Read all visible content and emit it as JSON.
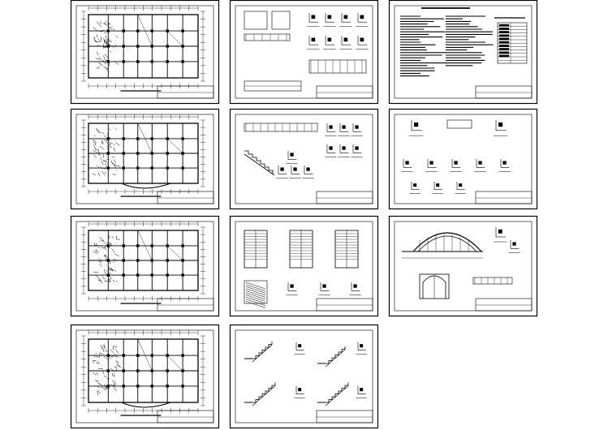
{
  "drawing_set": {
    "background": "#ffffff",
    "line_color": "#000000",
    "sheets": [
      {
        "id": "s1",
        "type": "floor-plan",
        "variant": "a"
      },
      {
        "id": "s2",
        "type": "section-details"
      },
      {
        "id": "s3",
        "type": "design-notes"
      },
      {
        "id": "s4",
        "type": "floor-plan",
        "variant": "b"
      },
      {
        "id": "s5",
        "type": "stair-details"
      },
      {
        "id": "s6",
        "type": "node-details"
      },
      {
        "id": "s7",
        "type": "floor-plan",
        "variant": "c"
      },
      {
        "id": "s8",
        "type": "stair-plans"
      },
      {
        "id": "s9",
        "type": "arch-elevation"
      },
      {
        "id": "s10",
        "type": "floor-plan",
        "variant": "d"
      },
      {
        "id": "s11",
        "type": "stair-sections"
      }
    ]
  }
}
